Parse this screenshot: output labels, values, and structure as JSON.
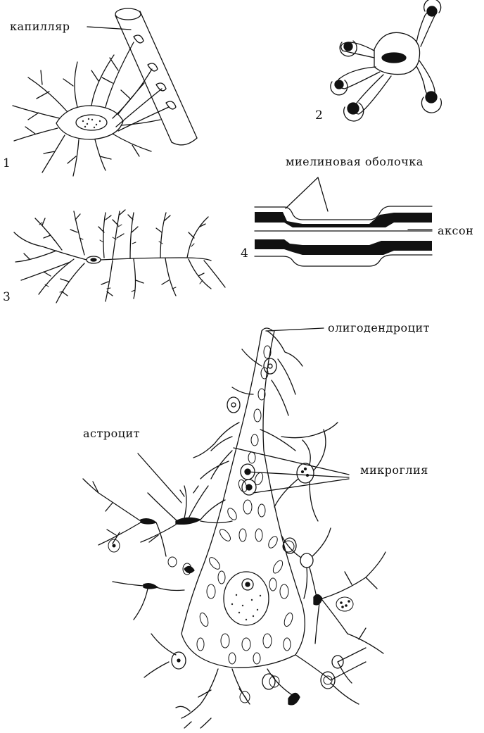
{
  "labels": {
    "capillary": "капилляр",
    "myelin_sheath": "миелиновая оболочка",
    "axon": "аксон",
    "oligodendrocyte": "олигодендроцит",
    "astrocyte": "астроцит",
    "microglia": "микроглия"
  },
  "panel_numbers": {
    "p1": "1",
    "p2": "2",
    "p3": "3",
    "p4": "4"
  },
  "colors": {
    "ink": "#111111",
    "background": "#ffffff"
  }
}
